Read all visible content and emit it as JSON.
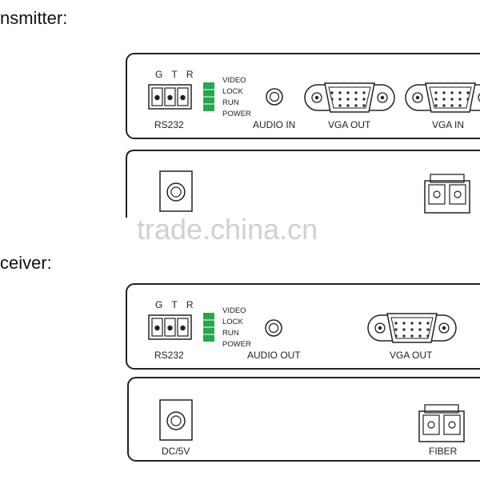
{
  "transmitter": {
    "heading": "nsmitter:",
    "top_panel": {
      "terminal_label": "G T R",
      "rs232_label": "RS232",
      "leds": [
        "VIDEO",
        "LOCK",
        "RUN",
        "POWER"
      ],
      "audio_label": "AUDIO IN",
      "vga1_label": "VGA OUT",
      "vga2_label": "VGA IN"
    }
  },
  "receiver": {
    "heading": "ceiver:",
    "top_panel": {
      "terminal_label": "G T R",
      "rs232_label": "RS232",
      "leds": [
        "VIDEO",
        "LOCK",
        "RUN",
        "POWER"
      ],
      "audio_label": "AUDIO OUT",
      "vga_label": "VGA OUT"
    },
    "bottom_panel": {
      "power_label": "DC/5V",
      "fiber_label": "FIBER"
    }
  },
  "watermark": "trade.china.cn",
  "colors": {
    "led_green": "#23a84a",
    "outline": "#222222"
  }
}
